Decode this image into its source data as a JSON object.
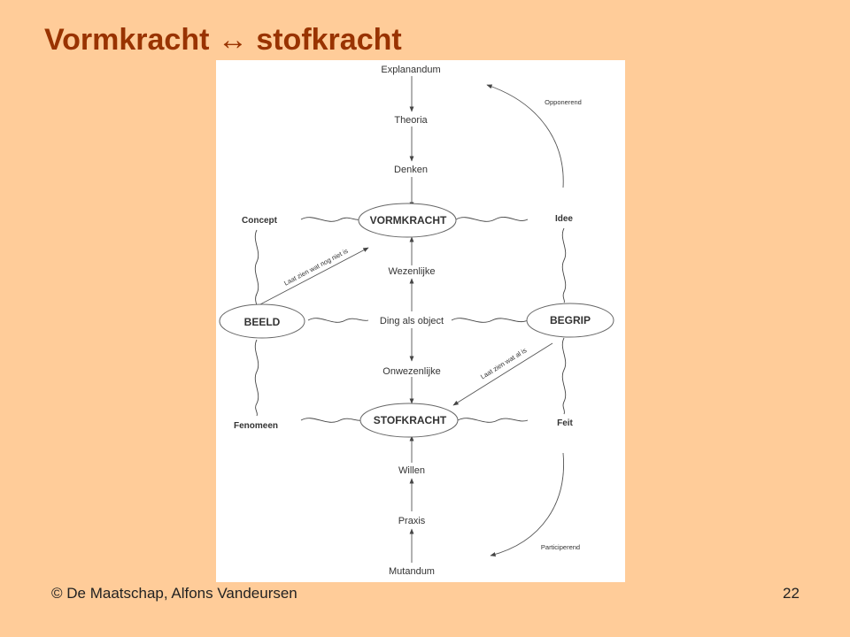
{
  "slide": {
    "title": "Vormkracht ↔ stofkracht",
    "footer_left": "© De Maatschap, Alfons Vandeursen",
    "page_number": "22"
  },
  "diagram": {
    "nodes": {
      "explanandum": "Explanandum",
      "theoria": "Theoria",
      "denken": "Denken",
      "vormkracht": "VORMKRACHT",
      "wezenlijke": "Wezenlijke",
      "ding_als_object": "Ding als object",
      "onwezenlijke": "Onwezenlijke",
      "stofkracht": "STOFKRACHT",
      "willen": "Willen",
      "praxis": "Praxis",
      "mutandum": "Mutandum",
      "beeld": "BEELD",
      "begrip": "BEGRIP",
      "concept": "Concept",
      "fenomeen": "Fenomeen",
      "idee": "Idee",
      "feit": "Feit"
    },
    "edge_labels": {
      "beeld_to_vormkracht": "Laat zien wat nog niet is",
      "begrip_to_stofkracht": "Laat zien wat al is",
      "opponerend": "Opponerend",
      "participerend": "Participerend"
    }
  }
}
